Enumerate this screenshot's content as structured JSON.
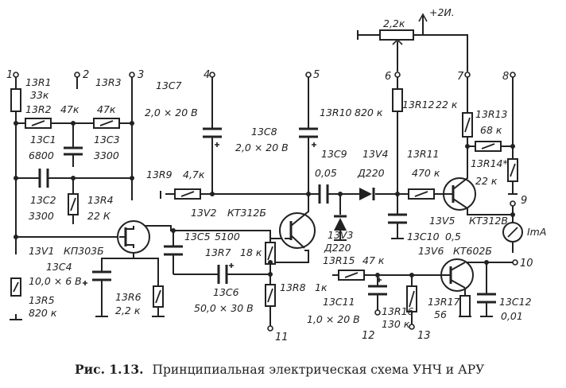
{
  "caption": {
    "prefix": "Рис. 1.13.",
    "text": "Принципиальная электрическая схема УНЧ и АРУ"
  },
  "terminals": [
    "1",
    "2",
    "3",
    "4",
    "5",
    "6",
    "7",
    "8",
    "9",
    "10",
    "11",
    "12",
    "13"
  ],
  "components": {
    "R1": {
      "ref": "13R1",
      "value": "33к"
    },
    "R2": {
      "ref": "13R2",
      "value": "47к"
    },
    "R3": {
      "ref": "13R3",
      "value": "47к"
    },
    "C1": {
      "ref": "13C1",
      "value": "6800"
    },
    "C3": {
      "ref": "13C3",
      "value": "3300"
    },
    "C7": {
      "ref": "13C7",
      "value": "2,0 × 20 В"
    },
    "C8": {
      "ref": "13C8",
      "value": "2,0 × 20 В"
    },
    "R10": {
      "ref": "13R10",
      "value": "820 к"
    },
    "R12": {
      "ref": "13R12",
      "value": "22 к"
    },
    "R13": {
      "ref": "13R13",
      "value": "68 к"
    },
    "R14": {
      "ref": "13R14*",
      "value": "22 к"
    },
    "C9": {
      "ref": "13C9",
      "value": "0,05"
    },
    "V4": {
      "ref": "13V4",
      "value": "Д220"
    },
    "R11": {
      "ref": "13R11",
      "value": "470 к"
    },
    "R9": {
      "ref": "13R9",
      "value": "4,7к"
    },
    "C2": {
      "ref": "13C2",
      "value": "3300"
    },
    "R4": {
      "ref": "13R4",
      "value": "22 К"
    },
    "V2": {
      "ref": "13V2",
      "value": "КТ312Б"
    },
    "V3": {
      "ref": "13V3",
      "value": "Д220"
    },
    "V5": {
      "ref": "13V5",
      "value": "КТ312В"
    },
    "C10": {
      "ref": "13C10",
      "value": "0,5"
    },
    "C5": {
      "ref": "13C5",
      "value": "5100"
    },
    "R7": {
      "ref": "13R7",
      "value": "18 к"
    },
    "V1": {
      "ref": "13V1",
      "value": "КП303Б"
    },
    "C4": {
      "ref": "13C4",
      "value": "10,0 × 6 В"
    },
    "R5": {
      "ref": "13R5",
      "value": "820 к"
    },
    "R6": {
      "ref": "13R6",
      "value": "2,2 к"
    },
    "C6": {
      "ref": "13C6",
      "value": "50,0 × 30 В"
    },
    "R8": {
      "ref": "13R8",
      "value": "1к"
    },
    "R15": {
      "ref": "13R15",
      "value": "47 к"
    },
    "V6": {
      "ref": "13V6",
      "value": "КТ602Б"
    },
    "C11": {
      "ref": "13C11",
      "value": "1,0 × 20 В"
    },
    "R16": {
      "ref": "13R16",
      "value": "130 к"
    },
    "R17": {
      "ref": "13R17",
      "value": "56"
    },
    "C12": {
      "ref": "13C12",
      "value": "0,01"
    }
  },
  "pot": {
    "value": "2,2к"
  },
  "supply": "+2И.",
  "meter": "ImA"
}
